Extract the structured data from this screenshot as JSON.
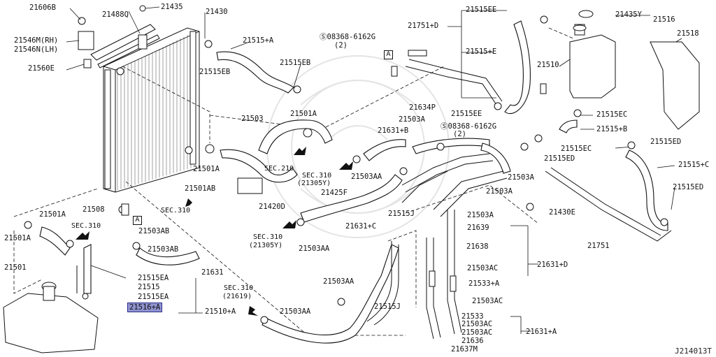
{
  "diagram_code": "J214013T",
  "box_a": "A",
  "callouts": {
    "c21606B": "21606B",
    "c21488Q": "21488Q",
    "c21435": "21435",
    "c21430": "21430",
    "c21546MRH": "21546M(RH)",
    "c21546NLH": "21546N(LH)",
    "c21560E": "21560E",
    "c21515A_top": "21515+A",
    "c21515EB_1": "21515EB",
    "c21515EB_2": "21515EB",
    "c08368_1": "08368-6162G",
    "c08368_1q": "(2)",
    "c21751D": "21751+D",
    "c21515EE_top": "21515EE",
    "c21435Y": "21435Y",
    "c21516": "21516",
    "c21518": "21518",
    "c21515E": "21515+E",
    "c21510": "21510",
    "c21634P": "21634P",
    "c21503A_1": "21503A",
    "c21515EE_bot": "21515EE",
    "c21515EC_1": "21515EC",
    "c21631B": "21631+B",
    "c08368_2": "08368-6162G",
    "c08368_2q": "(2)",
    "c21515B": "21515+B",
    "c21515EC_2": "21515EC",
    "c21515ED_1": "21515ED",
    "c21515ED_2": "21515ED",
    "c21503": "21503",
    "c21501A_1": "21501A",
    "c21501A_2": "21501A",
    "c21515C": "21515+C",
    "c21515ED_3": "21515ED",
    "c21503A_2": "21503A",
    "c21503A_3": "21503A",
    "c21501AB": "21501AB",
    "c21503AA_1": "21503AA",
    "c21425F": "21425F",
    "c21420D": "21420D",
    "c21508": "21508",
    "c21515J_1": "21515J",
    "c21503A_4": "21503A",
    "c21430E": "21430E",
    "c21501A_3": "21501A",
    "c21501A_4": "21501A",
    "c21503AB_1": "21503AB",
    "c21631C": "21631+C",
    "c21639": "21639",
    "c21751": "21751",
    "c21503AB_2": "21503AB",
    "c21503AA_2": "21503AA",
    "c21638": "21638",
    "c21631D": "21631+D",
    "c21501": "21501",
    "c21631": "21631",
    "c21503AC_1": "21503AC",
    "c21515EA_1": "21515EA",
    "c21515": "21515",
    "c21503AA_3": "21503AA",
    "c21533A": "21533+A",
    "c21515EA_2": "21515EA",
    "c21503AC_2": "21503AC",
    "c21516A": "21516+A",
    "c21510A": "21510+A",
    "c21503AA_4": "21503AA",
    "c21515J_2": "21515J",
    "c21533": "21533",
    "c21503AC_3": "21503AC",
    "c21631A": "21631+A",
    "c21503AC_4": "21503AC",
    "c21636": "21636",
    "c21637M": "21637M"
  },
  "section_refs": {
    "sec210": "SEC.210",
    "sec310_a": "SEC.310",
    "sec310_a_sub": "(21305Y)",
    "sec310_b": "SEC.310",
    "sec310_b_sub": "(21305Y)",
    "sec310_c": "SEC.310",
    "sec310_d": "SEC.310",
    "sec310_e": "SEC.310",
    "sec310_e_sub": "(21619)"
  },
  "colors": {
    "highlight_fill": "#8f93cf",
    "highlight_border": "#2b2f8a",
    "line": "#111111"
  },
  "highlighted_part": "21516+A"
}
